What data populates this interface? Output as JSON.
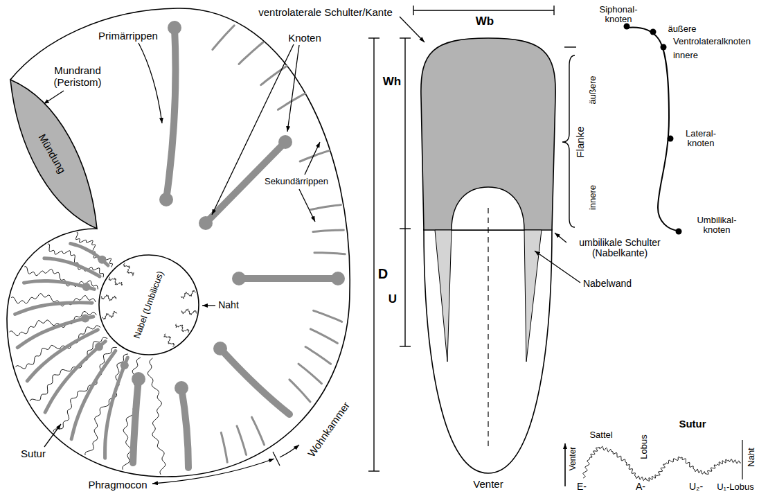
{
  "diagram": {
    "nodes": [
      {
        "text": [
          "Mündung"
        ]
      },
      {
        "text": [
          "Nabel (Umbilicus)"
        ]
      }
    ],
    "labels": [
      "ventrolaterale Schulter/Kante",
      "Wb",
      "Siphonal- knoten",
      "äußere",
      "Ventrolateralknoten",
      "innere",
      "Lateral- knoten",
      "Umbilikal- knoten",
      "Primärrippen",
      "Mundrand (Peristom)",
      "Knoten",
      "Wh",
      "äußere",
      "Flanke",
      "innere",
      "Sekundärrippen",
      "D",
      "Naht",
      "U",
      "umbilikale Schulter (Nabelkante)",
      "Nabelwand",
      "Wohnkammer",
      "Sutur",
      "Phragmocon",
      "Venter",
      "Sutur",
      "Venter",
      "Sattel",
      "Lobus",
      "Naht",
      "E-",
      "A-",
      "U₂-",
      "U₁-Lobus"
    ]
  }
}
